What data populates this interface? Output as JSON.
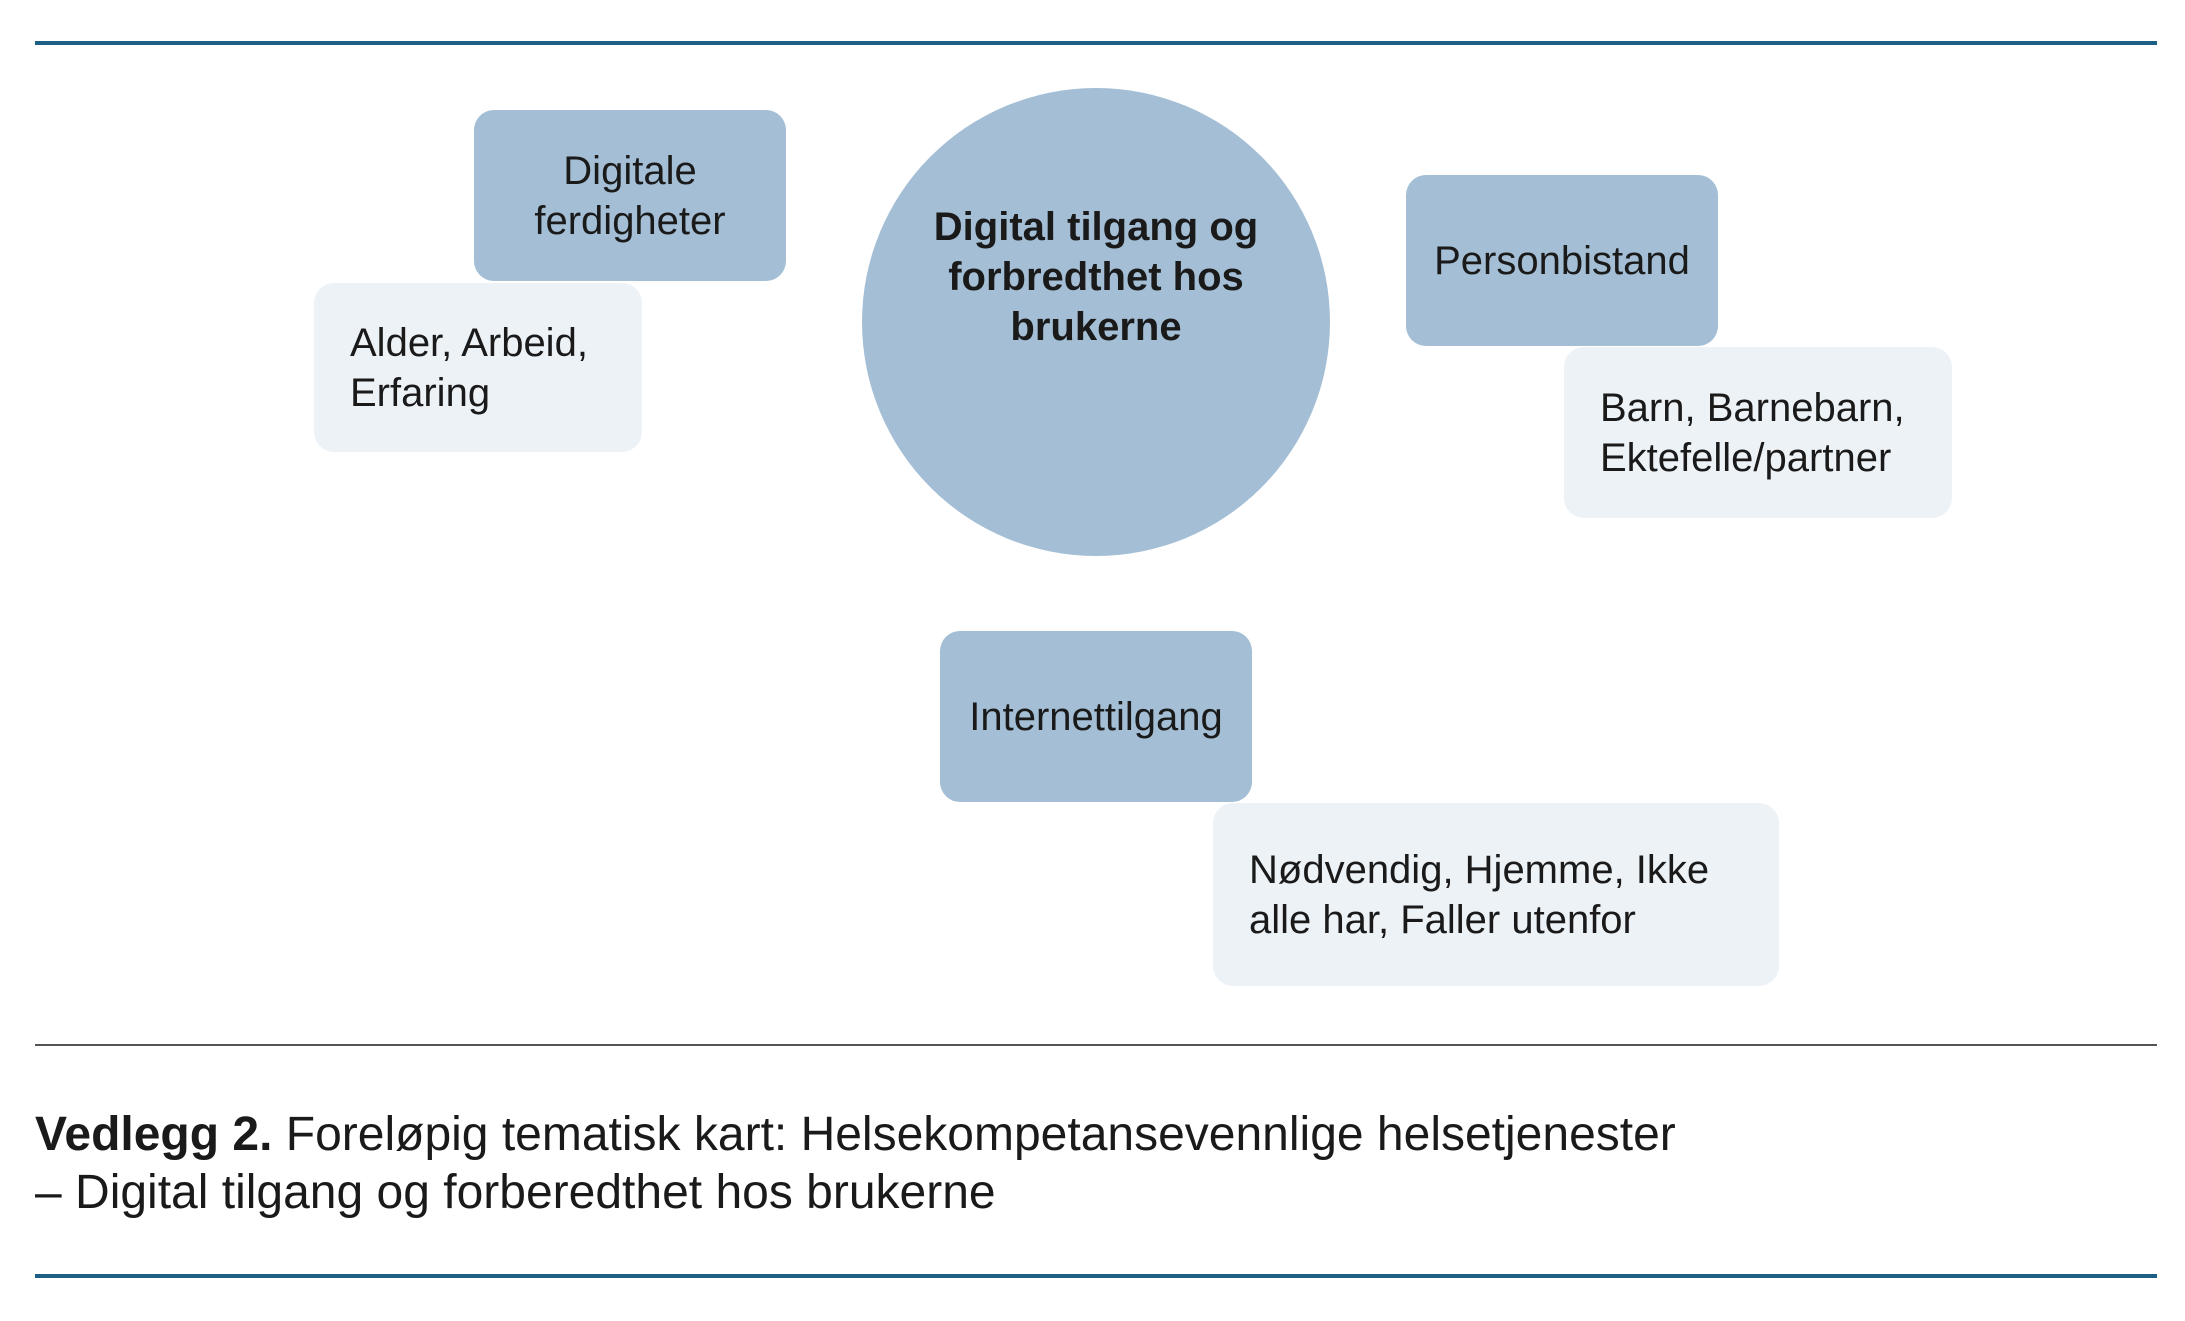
{
  "colors": {
    "rule": "#1f5f86",
    "divider": "#555555",
    "theme_fill": "#a4bfd5",
    "sub_fill": "#edf2f7",
    "text": "#1a1a1a"
  },
  "diagram": {
    "center": {
      "label": "Digital tilgang og forbredthet hos brukerne"
    },
    "themes": [
      {
        "label": "Digitale ferdigheter",
        "subtheme": "Alder, Arbeid, Erfaring"
      },
      {
        "label": "Personbistand",
        "subtheme": "Barn, Barnebarn, Ektefelle/partner"
      },
      {
        "label": "Internettilgang",
        "subtheme": "Nødvendig, Hjemme, Ikke alle har, Faller utenfor"
      }
    ]
  },
  "caption": {
    "lead": "Vedlegg 2.",
    "line1": "Foreløpig tematisk kart: Helsekompetansevennlige helsetjenester",
    "line2": "– Digital tilgang og forberedthet hos brukerne"
  }
}
